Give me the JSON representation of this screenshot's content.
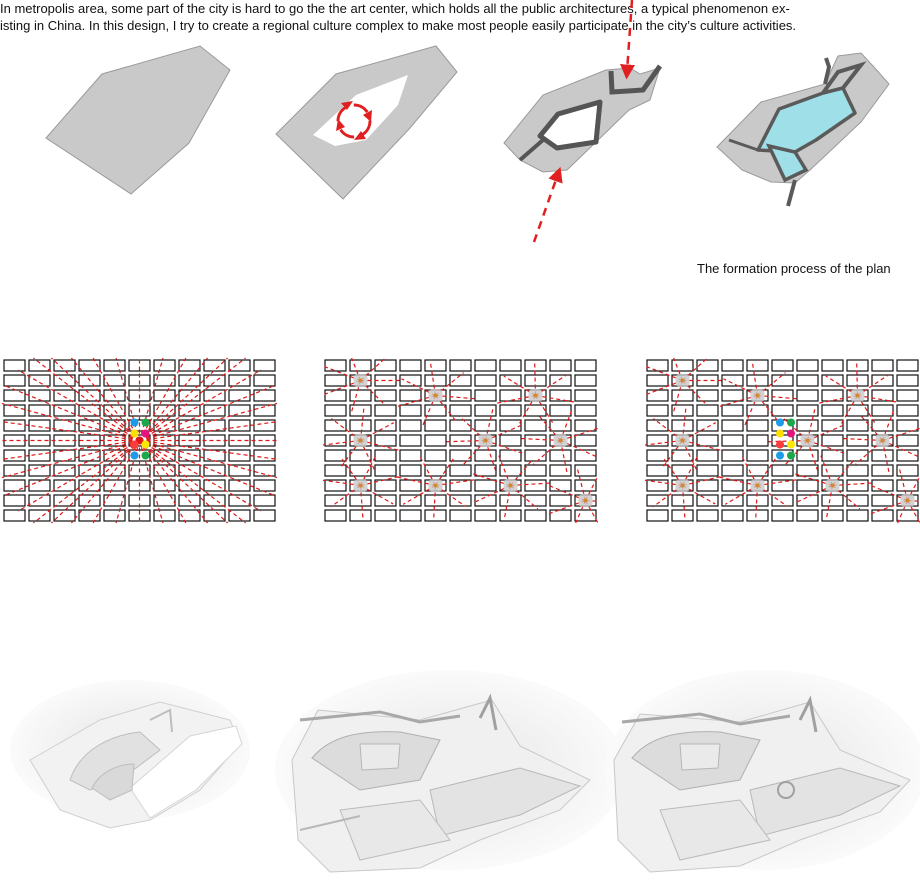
{
  "formation": {
    "caption": "The formation process of the plan",
    "steps": [
      "massing",
      "void-rotation",
      "axis-cut",
      "water-fill"
    ],
    "colors": {
      "mass": "#c9c9c9",
      "edge": "#8e8e8e",
      "dark": "#5a5a5a",
      "arrow": "#e02020",
      "water": "#9fe0e8"
    }
  },
  "grids": {
    "columns": 11,
    "rows": 11,
    "colors": {
      "line": "#111111",
      "ray": "#e01818",
      "hub": "#c8c8c8"
    },
    "dot_colors": [
      "#1e9be8",
      "#1aa84a",
      "#ffdf00",
      "#e5157f",
      "#ff3b3b",
      "#ffe600"
    ]
  },
  "description": {
    "line1": "In metropolis area, some part of the city is hard to go the the art center, which holds all the public architectures, a typical phenomenon ex-",
    "line2": "isting in China. In this design, I try to create a regional culture complex to make most people easily participate in the city’s culture activities."
  },
  "models": {
    "count": 3,
    "colors": {
      "base": "#f2f2f2",
      "shade": "#d6d6d6",
      "edge": "#b5b5b5"
    }
  }
}
